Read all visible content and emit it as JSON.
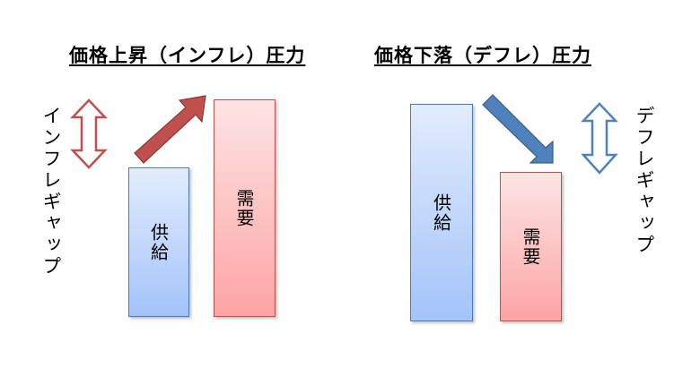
{
  "left_panel": {
    "title": "価格上昇（インフレ）圧力",
    "gap_label": "インフレギャップ",
    "supply_label": "供給",
    "demand_label": "需要",
    "arrow_color": "#c0504d"
  },
  "right_panel": {
    "title": "価格下落（デフレ）圧力",
    "gap_label": "デフレギャップ",
    "supply_label": "供給",
    "demand_label": "需要",
    "arrow_color": "#4f81bd"
  }
}
